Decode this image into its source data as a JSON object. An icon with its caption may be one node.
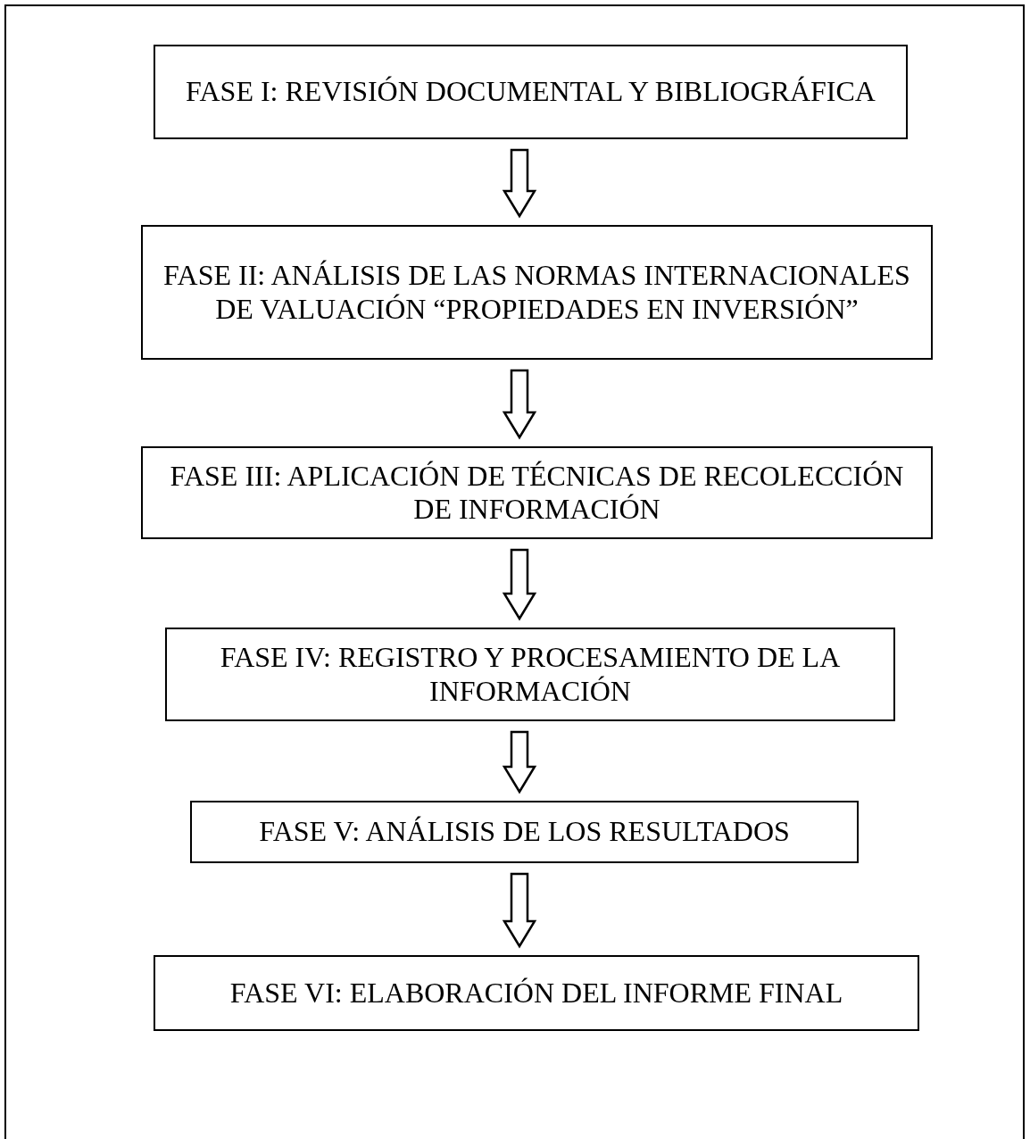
{
  "diagram": {
    "nodes": [
      {
        "text": [
          "FASE I: REVISIÓN DOCUMENTAL Y BIBLIOGRÁFICA"
        ]
      },
      {
        "text": [
          "FASE II: ANÁLISIS DE LAS NORMAS INTERNACIONALES DE VALUACIÓN “PROPIEDADES EN INVERSIÓN”"
        ]
      },
      {
        "text": [
          "FASE III: APLICACIÓN DE TÉCNICAS DE RECOLECCIÓN DE INFORMACIÓN"
        ]
      },
      {
        "text": [
          "FASE IV: REGISTRO Y PROCESAMIENTO DE LA INFORMACIÓN"
        ]
      },
      {
        "text": [
          "FASE V: ANÁLISIS DE LOS RESULTADOS"
        ]
      },
      {
        "text": [
          "FASE VI: ELABORACIÓN DEL INFORME FINAL"
        ]
      }
    ],
    "edges": [
      {
        "from": 0,
        "to": 1,
        "arrow": "to"
      },
      {
        "from": 1,
        "to": 2,
        "arrow": "to"
      },
      {
        "from": 2,
        "to": 3,
        "arrow": "to"
      },
      {
        "from": 3,
        "to": 4,
        "arrow": "to"
      },
      {
        "from": 4,
        "to": 5,
        "arrow": "to"
      }
    ]
  }
}
